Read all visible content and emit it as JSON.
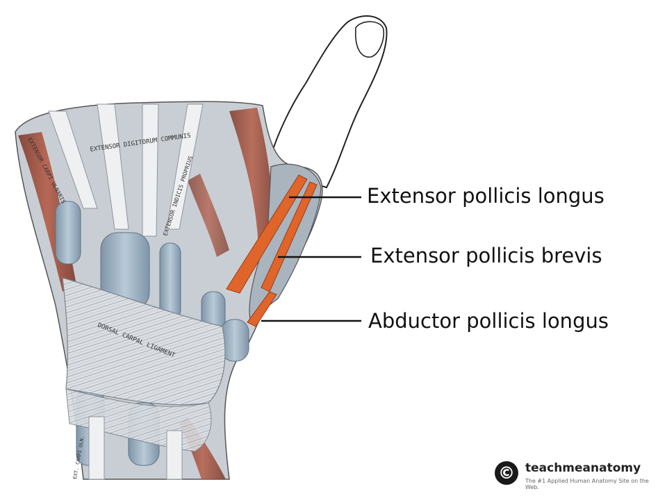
{
  "labels": {
    "extensor_pollicis_longus": "Extensor pollicis longus",
    "extensor_pollicis_brevis": "Extensor pollicis brevis",
    "abductor_pollicis_longus": "Abductor pollicis longus"
  },
  "engraved_labels": {
    "extensor_digitorum_communis": "EXTENSOR DIGITORUM COMMUNIS",
    "extensor_indicis_proprius": "EXTENSOR INDICIS PROPRIUS",
    "extensor_carpi_ulnaris": "EXTENSOR CARPI ULNARIS",
    "dorsal_carpal_ligament": "DORSAL CARPAL LIGAMENT",
    "ext_carpi": "EXT. CARPI ULN."
  },
  "logo": {
    "symbol": "©",
    "name": "teachmeanatomy",
    "tagline": "The #1 Applied Human Anatomy Site on the Web."
  },
  "colors": {
    "highlight_tendon": "#e0652a",
    "muscle": "#a8503e",
    "tendon": "#9fb4c6",
    "fascia": "#d9dde2",
    "line": "#111111"
  }
}
